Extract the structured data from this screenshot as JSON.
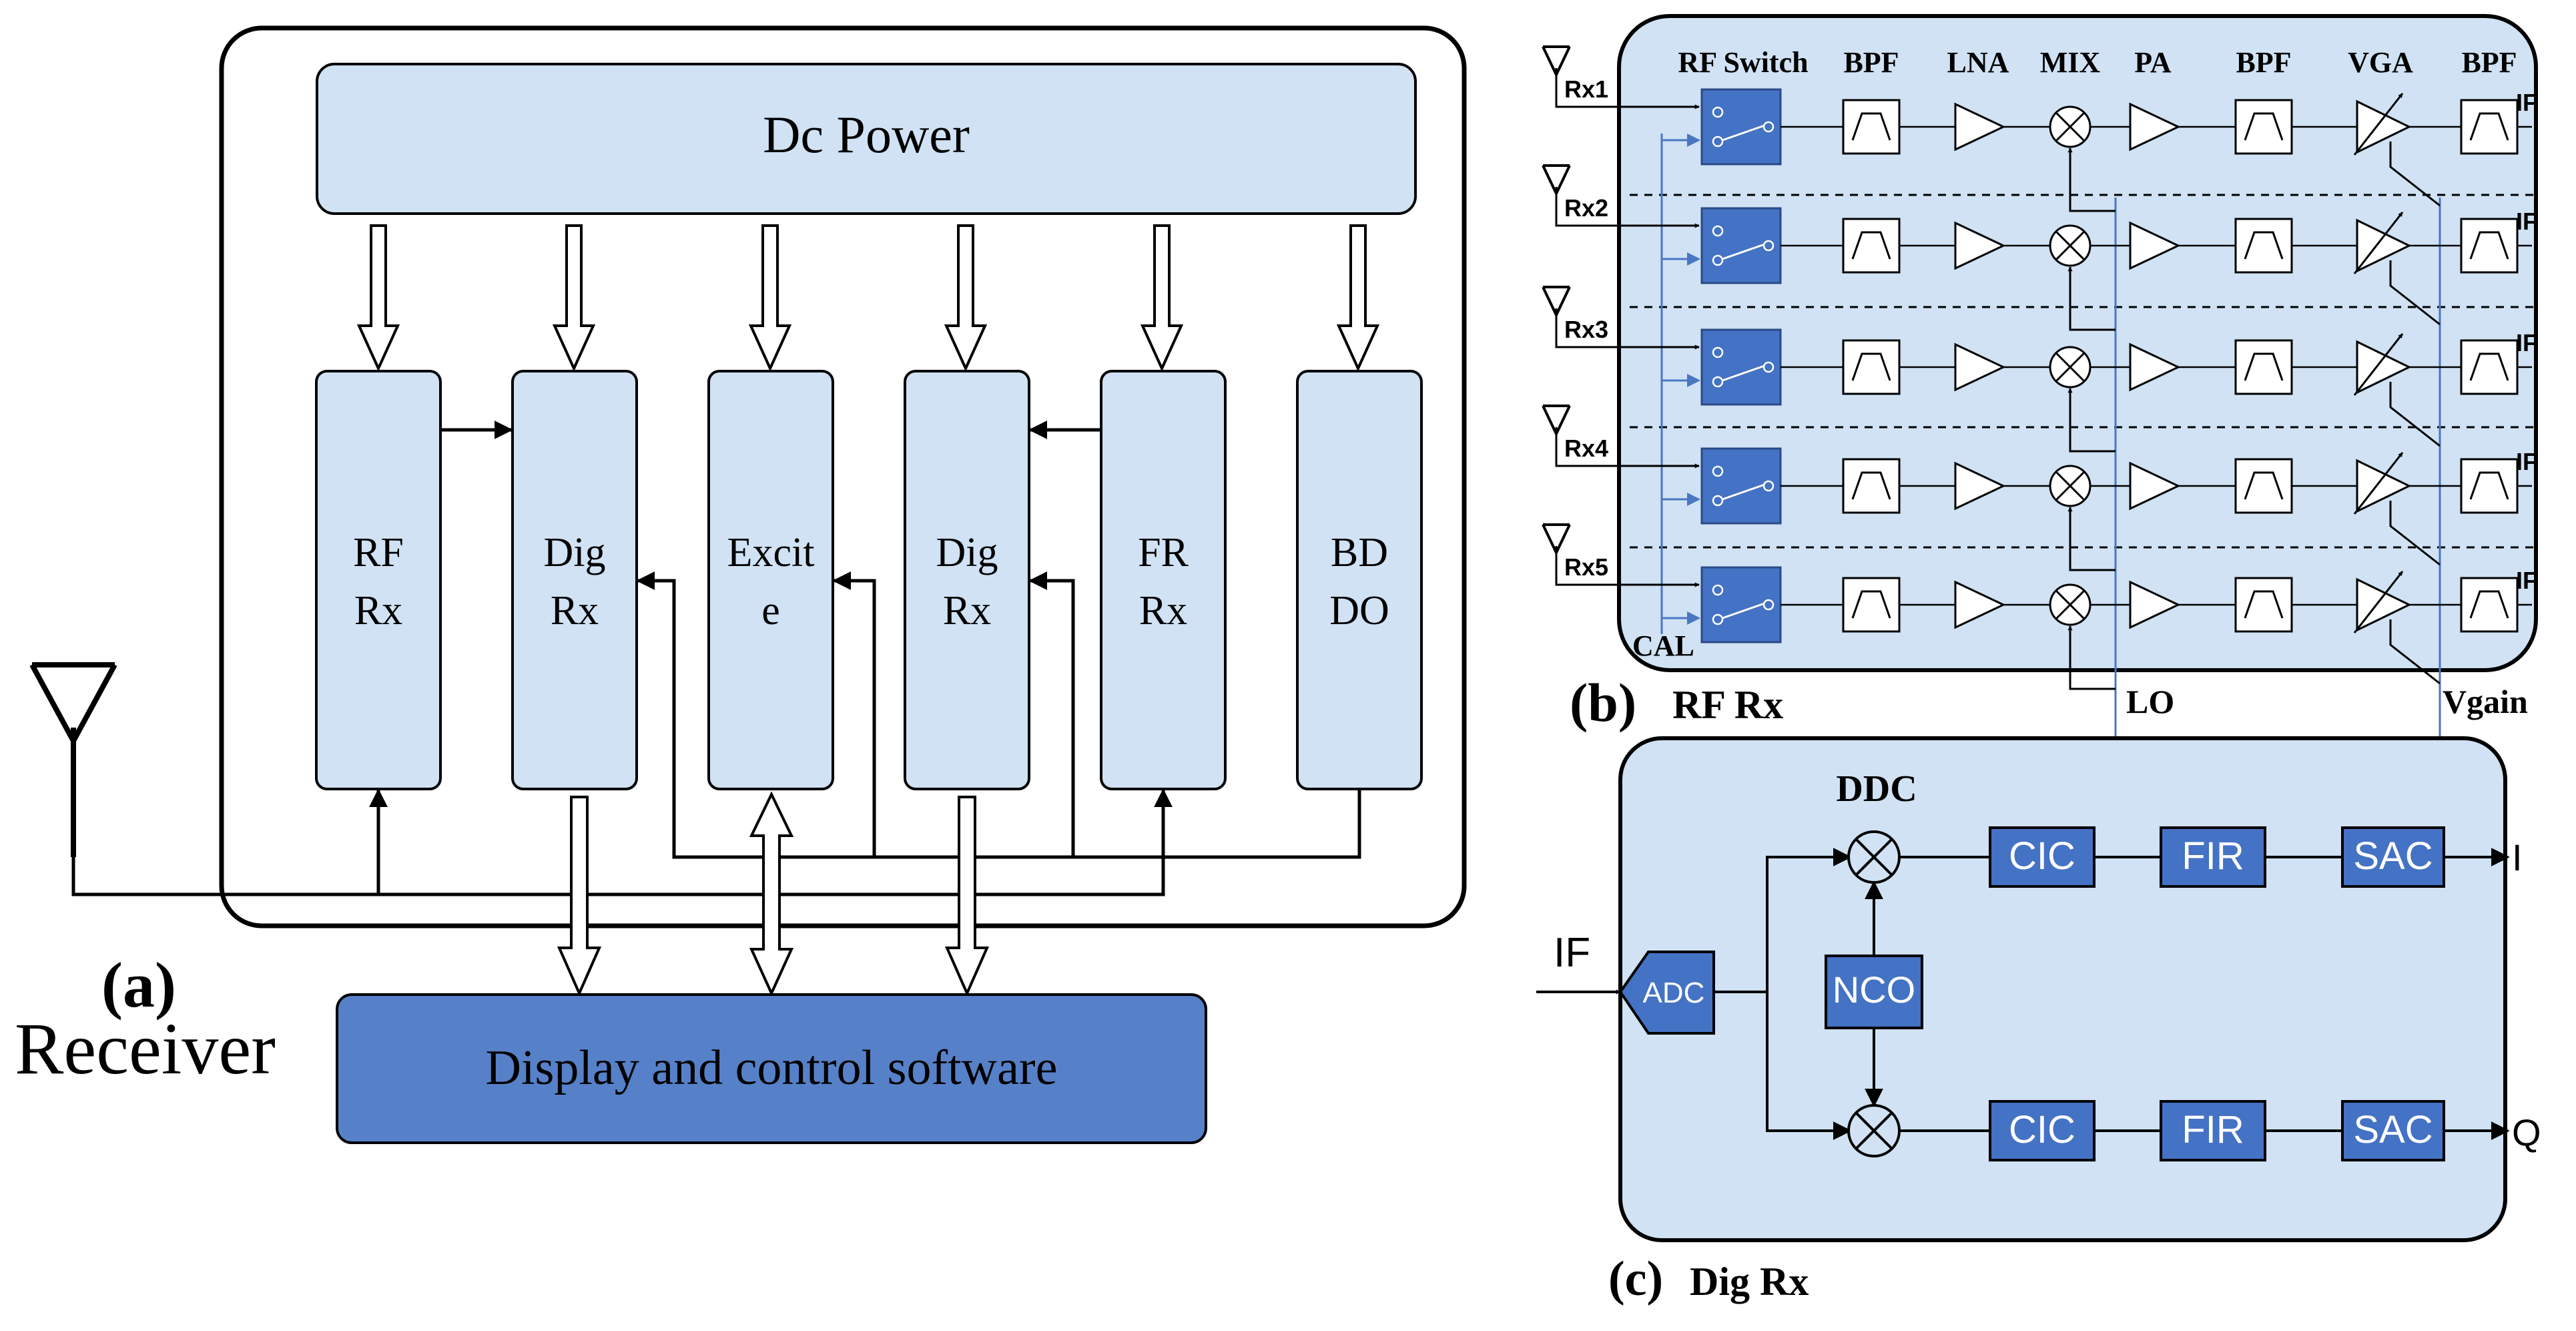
{
  "panel_a": {
    "caption": "(a)",
    "receiver_label": "Receiver",
    "dc_power": "Dc Power",
    "display_software": "Display and control software",
    "modules": [
      {
        "line1": "RF",
        "line2": "Rx"
      },
      {
        "line1": "Dig",
        "line2": "Rx"
      },
      {
        "line1": "Excit",
        "line2": "e"
      },
      {
        "line1": "Dig",
        "line2": "Rx"
      },
      {
        "line1": "FR",
        "line2": "Rx"
      },
      {
        "line1": "BD",
        "line2": "DO"
      }
    ]
  },
  "panel_b": {
    "caption": "(b)",
    "title": "RF Rx",
    "headers": [
      "RF Switch",
      "BPF",
      "LNA",
      "MIX",
      "PA",
      "BPF",
      "VGA",
      "BPF"
    ],
    "channels": [
      "Rx1",
      "Rx2",
      "Rx3",
      "Rx4",
      "Rx5"
    ],
    "output_label": "IF",
    "cal_label": "CAL",
    "lo_label": "LO",
    "vgain_label": "Vgain"
  },
  "panel_c": {
    "caption": "(c)",
    "title": "Dig Rx",
    "ddc_label": "DDC",
    "input_label": "IF",
    "adc_label": "ADC",
    "nco_label": "NCO",
    "chain": [
      "CIC",
      "FIR",
      "SAC"
    ],
    "out_i": "I",
    "out_q": "Q"
  },
  "colors": {
    "light_fill": "#d0e2f3",
    "dark_fill": "#5681c9",
    "block_fill": "#4472c4",
    "cal_line": "#4a76c4"
  }
}
